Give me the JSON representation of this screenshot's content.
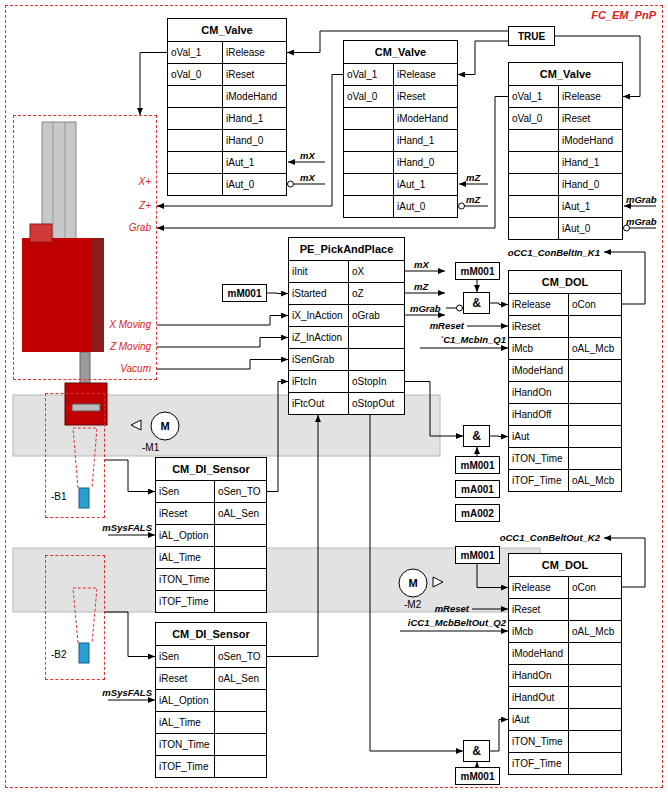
{
  "diagram": {
    "nodes": [
      {
        "text": [
          "FC_EM_PnP"
        ]
      },
      {
        "text": [
          "CM_Valve",
          "oVal_1",
          "iRelease",
          "oVal_0",
          "iReset",
          "iModeHand",
          "iHand_1",
          "iHand_0",
          "iAut_1",
          "iAut_0"
        ],
        "in": 0
      },
      {
        "text": [
          "TRUE"
        ],
        "in": 0
      },
      {
        "text": [
          "CM_Valve",
          "oVal_1",
          "iRelease",
          "oVal_0",
          "iReset",
          "iModeHand",
          "iHand_1",
          "iHand_0",
          "iAut_1",
          "iAut_0"
        ],
        "in": 0
      },
      {
        "text": [
          "CM_Valve",
          "oVal_1",
          "iRelease",
          "oVal_0",
          "iReset",
          "iModeHand",
          "iHand_1",
          "iHand_0",
          "iAut_1",
          "iAut_0"
        ],
        "in": 0
      },
      {
        "text": [
          "X+",
          "Z+",
          "Grab",
          "X Moving",
          "Z Moving",
          "Vacum"
        ],
        "in": 0
      },
      {
        "text": [
          "PE_PickAndPlace",
          "iInit",
          "oX",
          "iStarted",
          "oZ",
          "iX_InAction",
          "oGrab",
          "iZ_InAction",
          "iSenGrab",
          "iFtcIn",
          "oStopIn",
          "iFtcOut",
          "oStopOut"
        ],
        "in": 0
      },
      {
        "text": [
          "mM001"
        ],
        "in": 0
      },
      {
        "text": [
          "mM001"
        ],
        "in": 0
      },
      {
        "text": [
          "&"
        ],
        "in": 0
      },
      {
        "text": [
          "CM_DOL",
          "iRelease",
          "oCon",
          "iReset",
          "iMcb",
          "oAL_Mcb",
          "iModeHand",
          "iHandOn",
          "iHandOff",
          "iAut",
          "iTON_Time",
          "iTOF_Time",
          "oAL_Mcb"
        ],
        "in": 0
      },
      {
        "text": [
          "-B1"
        ],
        "in": 0
      },
      {
        "text": [
          "M",
          "-M1"
        ],
        "in": 0
      },
      {
        "text": [
          "&"
        ],
        "in": 0
      },
      {
        "text": [
          "CM_DI_Sensor",
          "iSen",
          "oSen_TO",
          "iReset",
          "oAL_Sen",
          "iAL_Option",
          "iAL_Time",
          "iTON_Time",
          "iTOF_Time"
        ],
        "in": 0
      },
      {
        "text": [
          "mM001"
        ],
        "in": 0
      },
      {
        "text": [
          "mA001"
        ],
        "in": 0
      },
      {
        "text": [
          "mA002"
        ],
        "in": 0
      },
      {
        "text": [
          "mM001"
        ],
        "in": 0
      },
      {
        "text": [
          "CM_DOL",
          "iRelease",
          "oCon",
          "iReset",
          "iMcb",
          "oAL_Mcb",
          "iModeHand",
          "iHandOn",
          "iHandOut",
          "iAut",
          "iTON_Time",
          "iTOF_Time"
        ],
        "in": 0
      },
      {
        "text": [
          "-B2"
        ],
        "in": 0
      },
      {
        "text": [
          "M",
          "-M2"
        ],
        "in": 0
      },
      {
        "text": [
          "CM_DI_Sensor",
          "iSen",
          "oSen_TO",
          "iReset",
          "oAL_Sen",
          "iAL_Option",
          "iAL_Time",
          "iTON_Time",
          "iTOF_Time"
        ],
        "in": 0
      },
      {
        "text": [
          "&"
        ],
        "in": 0
      },
      {
        "text": [
          "mM001"
        ],
        "in": 0
      }
    ],
    "edges": [
      {
        "from": 2,
        "to": 1,
        "arrow": "to"
      },
      {
        "from": 2,
        "to": 3,
        "arrow": "to"
      },
      {
        "from": 2,
        "to": 4,
        "arrow": "to"
      },
      {
        "from": 1,
        "to": 5,
        "arrow": "to"
      },
      {
        "from": 3,
        "to": 5,
        "arrow": "to"
      },
      {
        "from": 4,
        "to": 5,
        "arrow": "to"
      },
      {
        "from": 5,
        "to": 6,
        "arrow": "to"
      },
      {
        "from": 5,
        "to": 6,
        "arrow": "to"
      },
      {
        "from": 5,
        "to": 6,
        "arrow": "to"
      },
      {
        "from": 7,
        "to": 6,
        "arrow": "to"
      },
      {
        "from": 8,
        "to": 9,
        "arrow": "to"
      },
      {
        "from": 9,
        "to": 10,
        "arrow": "to"
      },
      {
        "from": 6,
        "to": 13,
        "arrow": "to"
      },
      {
        "from": 15,
        "to": 13,
        "arrow": "to"
      },
      {
        "from": 13,
        "to": 10,
        "arrow": "to"
      },
      {
        "from": 11,
        "to": 14,
        "arrow": "to"
      },
      {
        "from": 14,
        "to": 6,
        "arrow": "to"
      },
      {
        "from": 20,
        "to": 22,
        "arrow": "to"
      },
      {
        "from": 22,
        "to": 6,
        "arrow": "to"
      },
      {
        "from": 18,
        "to": 19,
        "arrow": "to"
      },
      {
        "from": 6,
        "to": 23,
        "arrow": "to"
      },
      {
        "from": 24,
        "to": 23,
        "arrow": "to"
      },
      {
        "from": 23,
        "to": 19,
        "arrow": "to"
      }
    ],
    "labels": [
      "mX",
      "mX",
      "mZ",
      "mZ",
      "mGrab",
      "mGrab",
      "mX",
      "mZ",
      "mGrab",
      "oCC1_ConBeltIn_K1",
      "mReset",
      "`C1_McbIn_Q1",
      "oCC1_ConBeltOut_K2",
      "mReset",
      "iCC1_McbBeltOut_Q2",
      "mSysFALS",
      "mSysFALS"
    ]
  }
}
